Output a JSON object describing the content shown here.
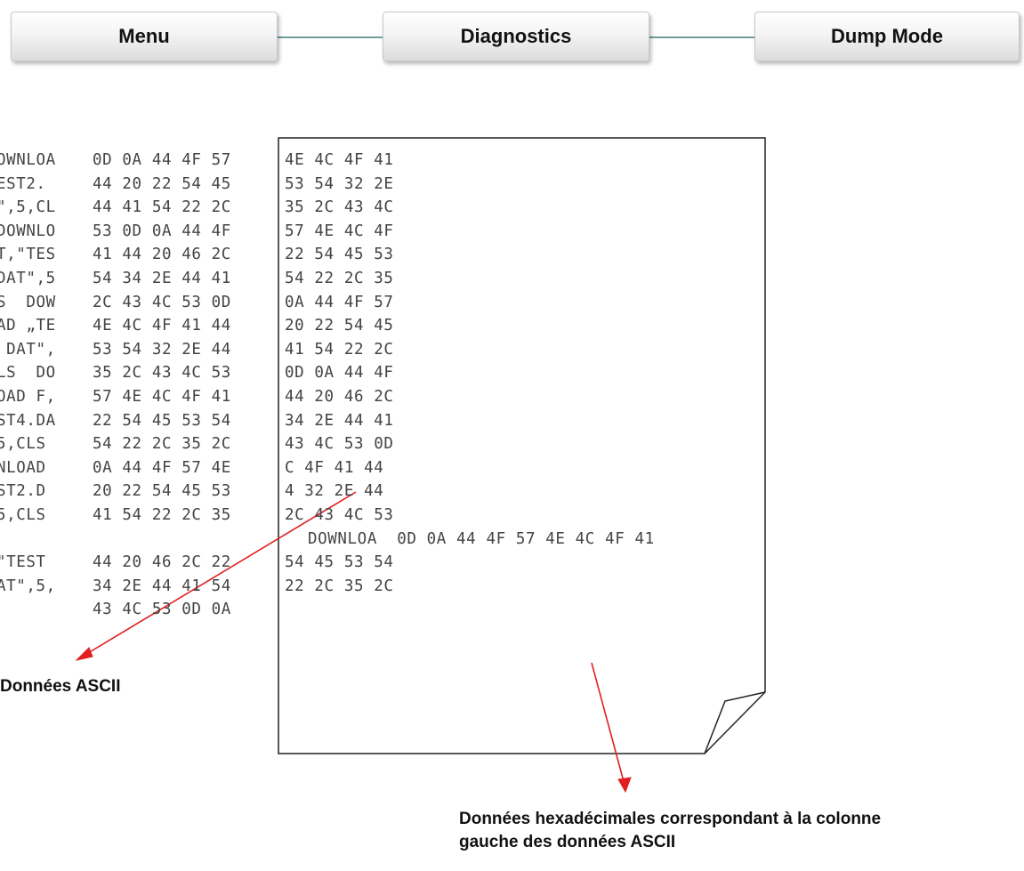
{
  "breadcrumb": {
    "menu": "Menu",
    "diagnostics": "Diagnostics",
    "dump_mode": "Dump Mode"
  },
  "dump": {
    "ascii": [
      "OWNLOA",
      "EST2.",
      "\",5,CL",
      "DOWNLO",
      "T,\"TES",
      "DAT\",5",
      "S  DOW",
      "AD „TE",
      " DAT\",",
      "LS  DO",
      "OAD F,",
      "ST4.DA",
      "5,CLS",
      "NLOAD",
      "ST2.D",
      "5,CLS",
      "",
      "\"TEST",
      "AT\",5,",
      ""
    ],
    "hex_left": [
      "0D 0A 44 4F 57",
      "44 20 22 54 45",
      "44 41 54 22 2C",
      "53 0D 0A 44 4F",
      "41 44 20 46 2C",
      "54 34 2E 44 41",
      "2C 43 4C 53 0D",
      "4E 4C 4F 41 44",
      "53 54 32 2E 44",
      "35 2C 43 4C 53",
      "57 4E 4C 4F 41",
      "22 54 45 53 54",
      "54 22 2C 35 2C",
      "0A 44 4F 57 4E",
      "20 22 54 45 53",
      "41 54 22 2C 35",
      "",
      "44 20 46 2C 22",
      "34 2E 44 41 54",
      "43 4C 53 0D 0A"
    ],
    "hex_right": [
      "4E 4C 4F 41",
      "53 54 32 2E",
      "35 2C 43 4C",
      "57 4E 4C 4F",
      "22 54 45 53",
      "54 22 2C 35",
      "0A 44 4F 57",
      "20 22 54 45",
      "41 54 22 2C",
      "0D 0A 44 4F",
      "44 20 46 2C",
      "34 2E 44 41",
      "43 4C 53 0D",
      "C 4F 41 44",
      "4 32 2E 44",
      "2C 43 4C 53",
      "",
      "54 45 53 54",
      "22 2C 35 2C",
      ""
    ],
    "extra_line": "DOWNLOA  0D 0A 44 4F 57 4E 4C 4F 41"
  },
  "labels": {
    "ascii": "Données ASCII",
    "hex_line1": "Données hexadécimales correspondant à la colonne",
    "hex_line2": "gauche des données ASCII"
  },
  "colors": {
    "connector": "#6f9d9a",
    "arrow": "#e02020",
    "text": "#444444"
  }
}
